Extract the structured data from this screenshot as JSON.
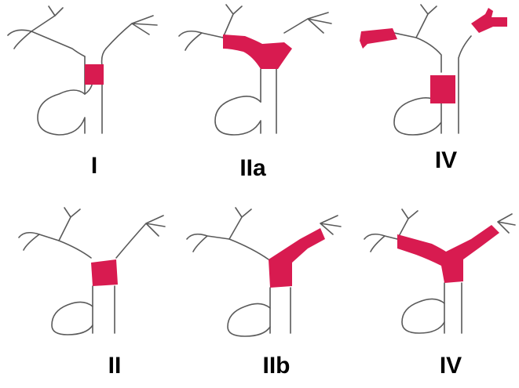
{
  "colors": {
    "tumor": "#d81b50",
    "duct_outline": "#5a5a5a",
    "background": "#ffffff",
    "label": "#000000"
  },
  "panels": [
    {
      "label": "I",
      "involvement": "common-hepatic-duct-below-confluence"
    },
    {
      "label": "IIa",
      "involvement": "confluence-and-right-hepatic-duct"
    },
    {
      "label": "IV",
      "involvement": "multifocal"
    },
    {
      "label": "II",
      "involvement": "confluence"
    },
    {
      "label": "IIb",
      "involvement": "confluence-and-left-hepatic-duct"
    },
    {
      "label": "IV",
      "involvement": "confluence-and-both-hepatic-ducts"
    }
  ]
}
